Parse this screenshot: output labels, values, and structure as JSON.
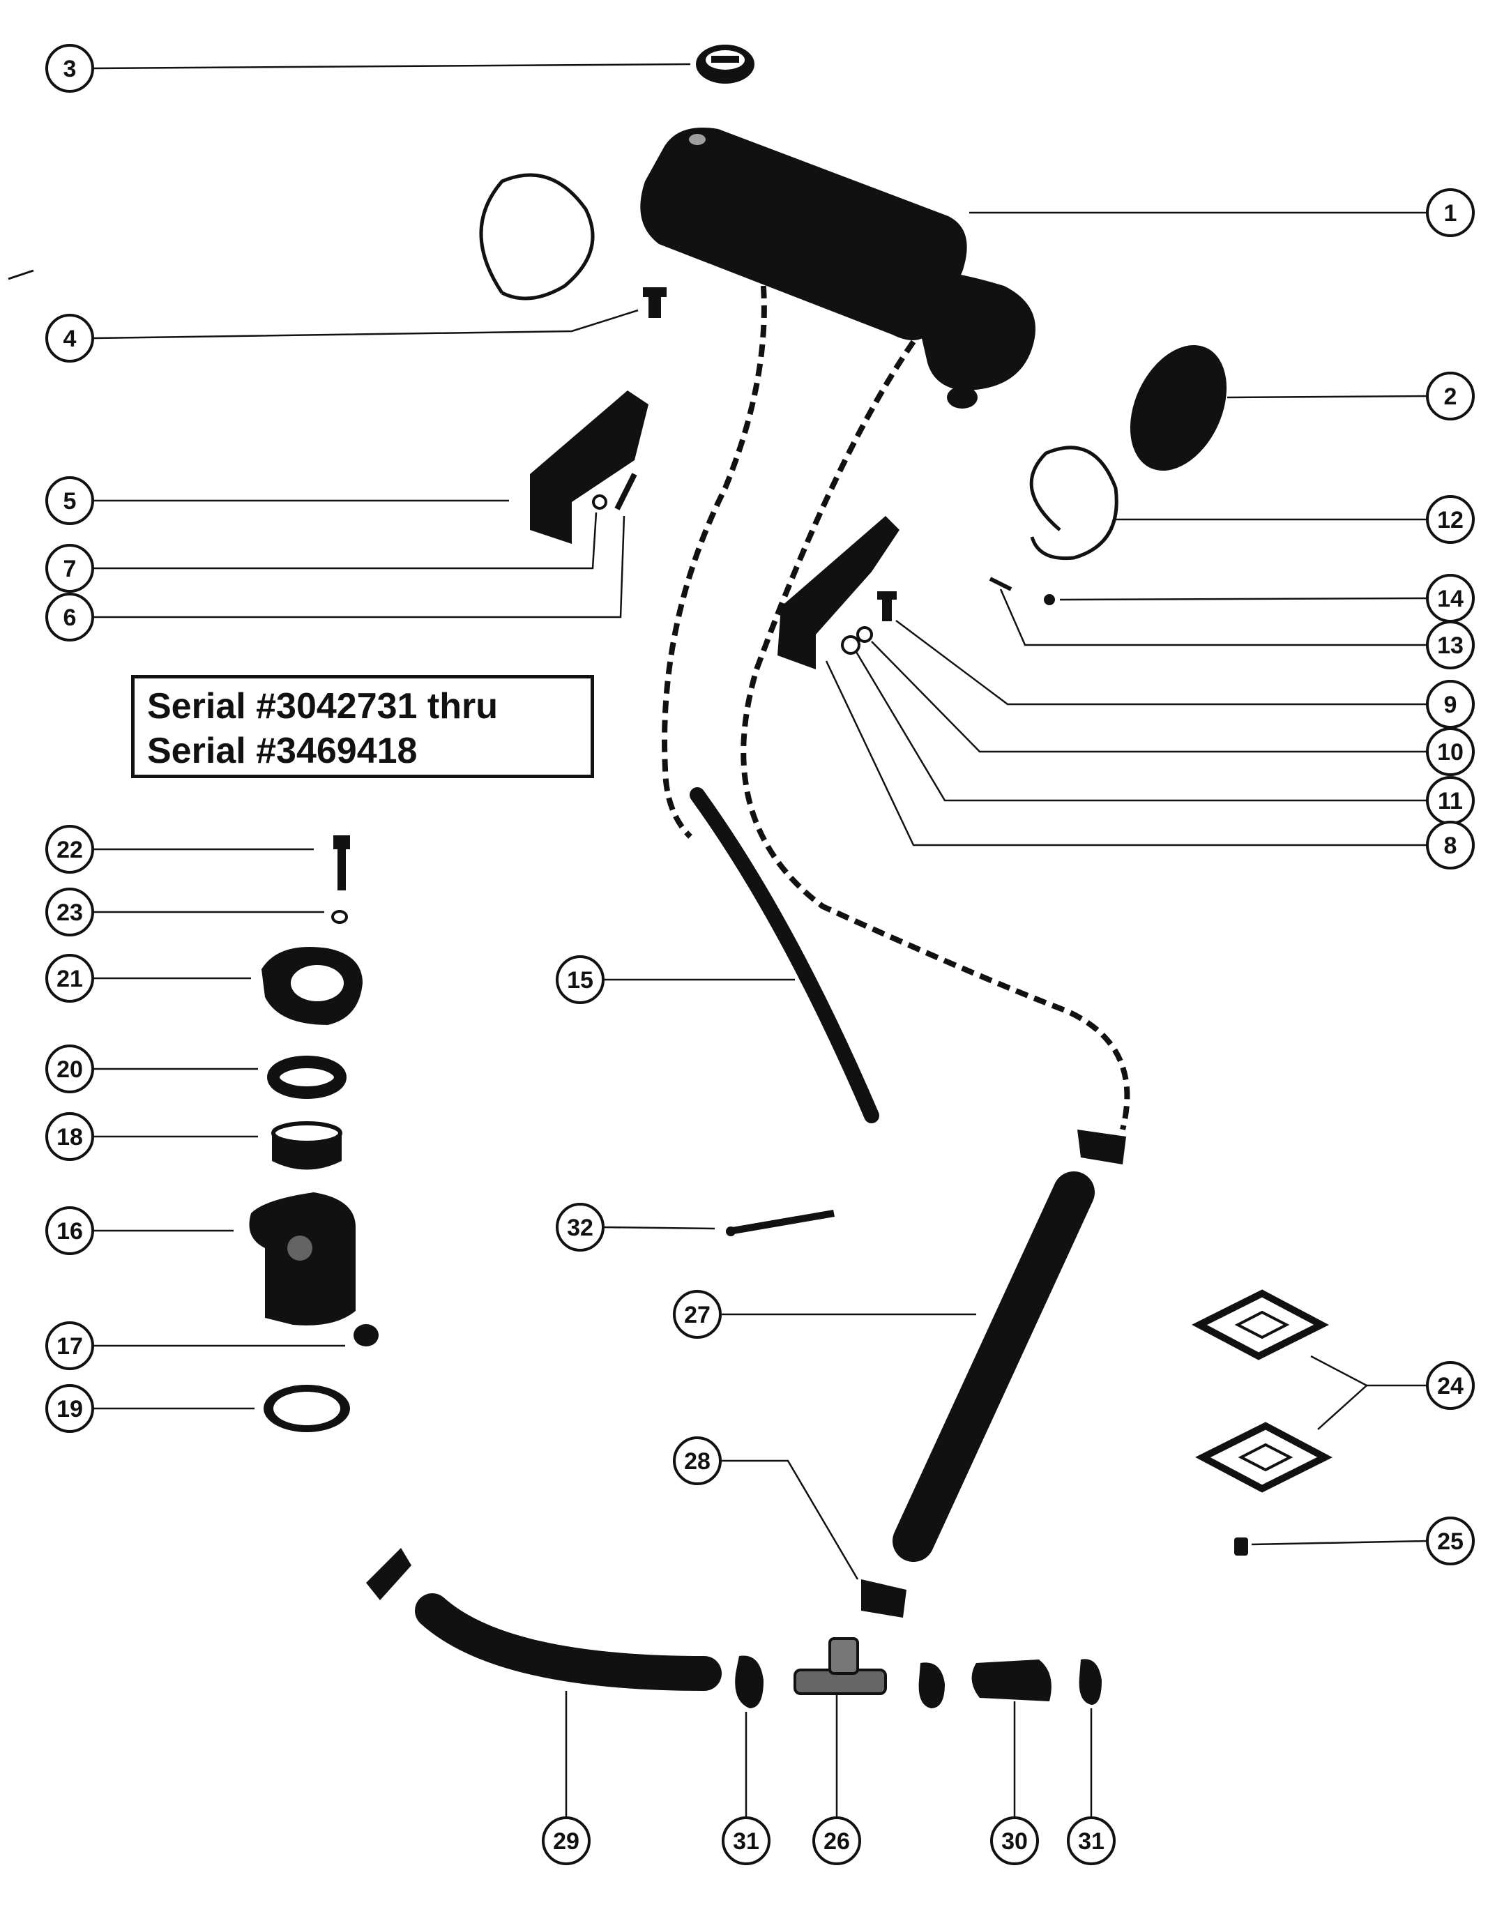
{
  "serial_note": {
    "line1": "Serial #3042731 thru",
    "line2": "Serial #3469418"
  },
  "callouts": [
    {
      "id": "c3",
      "label": "3"
    },
    {
      "id": "c1",
      "label": "1"
    },
    {
      "id": "c4",
      "label": "4"
    },
    {
      "id": "c2",
      "label": "2"
    },
    {
      "id": "c5",
      "label": "5"
    },
    {
      "id": "c12",
      "label": "12"
    },
    {
      "id": "c7",
      "label": "7"
    },
    {
      "id": "c14",
      "label": "14"
    },
    {
      "id": "c6",
      "label": "6"
    },
    {
      "id": "c13",
      "label": "13"
    },
    {
      "id": "c9",
      "label": "9"
    },
    {
      "id": "c10",
      "label": "10"
    },
    {
      "id": "c11",
      "label": "11"
    },
    {
      "id": "c8",
      "label": "8"
    },
    {
      "id": "c22",
      "label": "22"
    },
    {
      "id": "c23",
      "label": "23"
    },
    {
      "id": "c21",
      "label": "21"
    },
    {
      "id": "c15",
      "label": "15"
    },
    {
      "id": "c20",
      "label": "20"
    },
    {
      "id": "c18",
      "label": "18"
    },
    {
      "id": "c16",
      "label": "16"
    },
    {
      "id": "c32",
      "label": "32"
    },
    {
      "id": "c27",
      "label": "27"
    },
    {
      "id": "c17",
      "label": "17"
    },
    {
      "id": "c24",
      "label": "24"
    },
    {
      "id": "c19",
      "label": "19"
    },
    {
      "id": "c28",
      "label": "28"
    },
    {
      "id": "c25",
      "label": "25"
    },
    {
      "id": "c29",
      "label": "29"
    },
    {
      "id": "c31a",
      "label": "31"
    },
    {
      "id": "c26",
      "label": "26"
    },
    {
      "id": "c30",
      "label": "30"
    },
    {
      "id": "c31b",
      "label": "31"
    }
  ]
}
